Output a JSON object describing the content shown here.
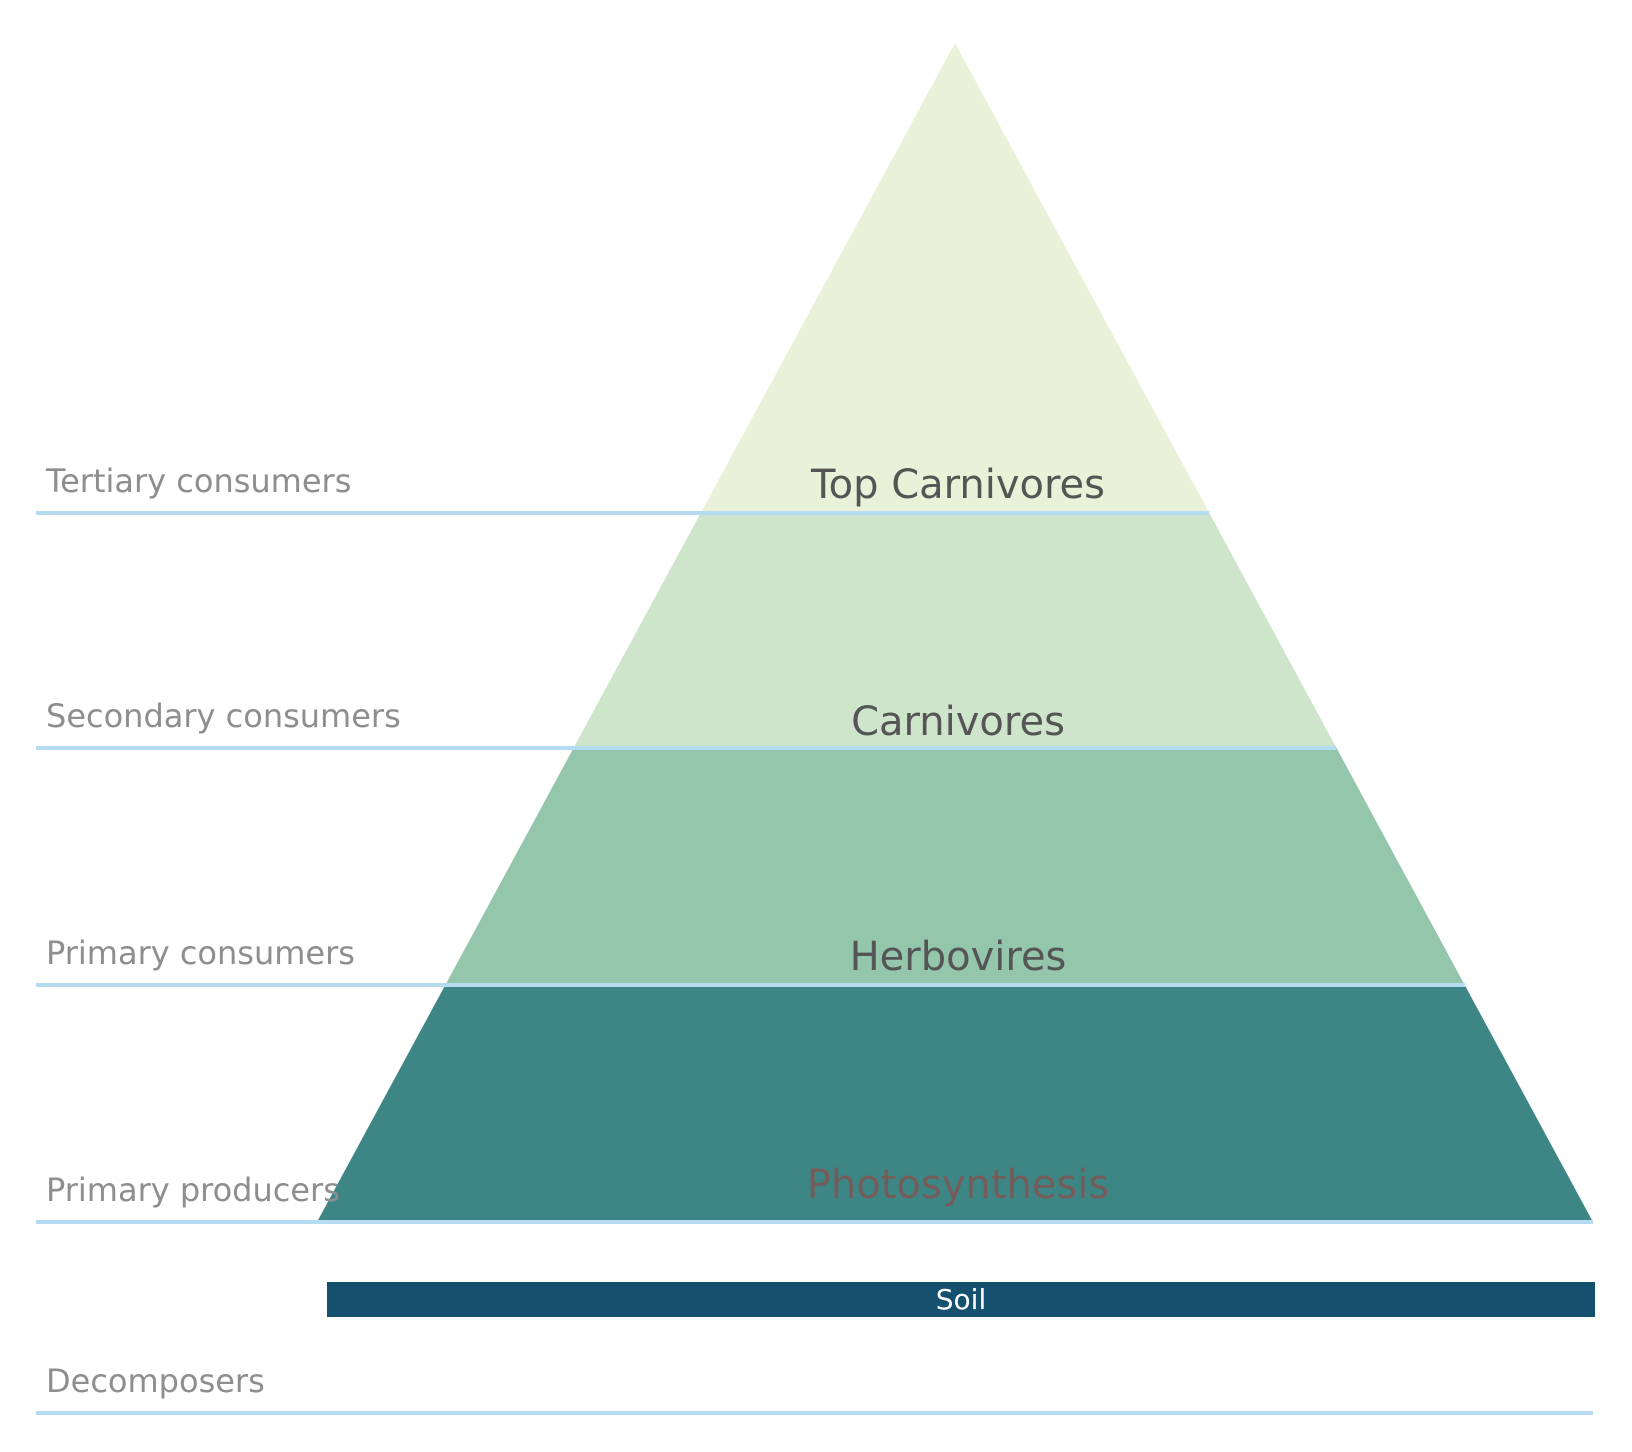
{
  "diagram_type": "ecological-pyramid",
  "pyramid": {
    "levels": [
      {
        "label": "Top Carnivores",
        "color": "#e9f2d8",
        "text_color": "#555555"
      },
      {
        "label": "Carnivores",
        "color": "#cee5cc",
        "text_color": "#555555"
      },
      {
        "label": "Herbovires",
        "color": "#94c6ac",
        "text_color": "#555555"
      },
      {
        "label": "Photosynthesis",
        "color": "#3e8686",
        "text_color": "#755c59"
      }
    ],
    "soil": {
      "label": "Soil",
      "color": "#15506f",
      "text_color": "#ffffff"
    }
  },
  "side_labels": [
    {
      "label": "Tertiary consumers"
    },
    {
      "label": "Secondary consumers"
    },
    {
      "label": "Primary consumers"
    },
    {
      "label": "Primary producers"
    },
    {
      "label": "Decomposers"
    }
  ],
  "colors": {
    "divider_line": "#b4dbf0",
    "side_label_text": "#8e8e8e",
    "background": "#ffffff"
  }
}
